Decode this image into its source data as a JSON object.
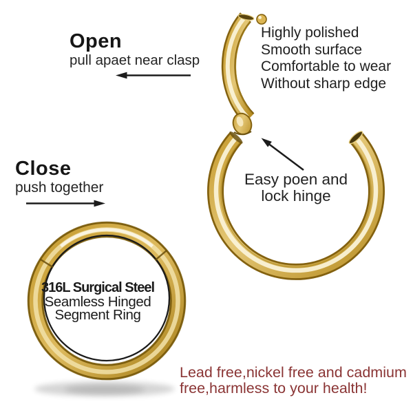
{
  "annotations": {
    "open": {
      "title": "Open",
      "subtitle": "pull apaet near clasp"
    },
    "features": [
      "Highly polished",
      "Smooth surface",
      "Comfortable to wear",
      "Without sharp edge"
    ],
    "close": {
      "title": "Close",
      "subtitle": "push together"
    },
    "hinge": [
      "Easy poen and",
      "lock hinge"
    ],
    "ring_label": [
      "316L Surgical Steel",
      "Seamless Hinged",
      "Segment Ring"
    ],
    "health_note": [
      "Lead free,nickel free and cadmium",
      "free,harmless to your health!"
    ]
  },
  "icons": {
    "arrow_left": "←",
    "arrow_right": "→",
    "arrow_up_left": "↖"
  },
  "colors": {
    "background": "#ffffff",
    "text_primary": "#1d1d1d",
    "health_note_red": "#8a3434",
    "arrow_black": "#1c1c1c",
    "gold_dark_edge": "#8a6712",
    "gold_mid": "#d9b04a",
    "gold_closed_mid": "#cfa436",
    "gold_highlight": "#fbf4da",
    "inner_shadow_line": "#1a1a1a"
  }
}
